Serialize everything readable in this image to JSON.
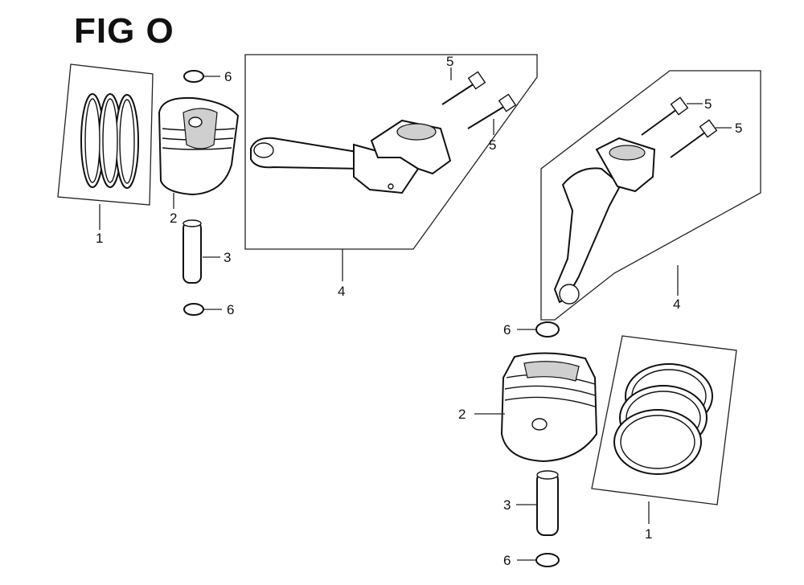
{
  "figure": {
    "title": "FIG O"
  },
  "parts": [
    {
      "ref": "1",
      "name": "piston-ring-set"
    },
    {
      "ref": "2",
      "name": "piston"
    },
    {
      "ref": "3",
      "name": "piston-pin"
    },
    {
      "ref": "4",
      "name": "connecting-rod"
    },
    {
      "ref": "5",
      "name": "connecting-rod-bolt"
    },
    {
      "ref": "6",
      "name": "piston-pin-clip"
    }
  ],
  "labels": {
    "l1a": "1",
    "l2a": "2",
    "l3a": "3",
    "l6a": "6",
    "l6b": "6",
    "l4a": "4",
    "l5a": "5",
    "l5b": "5",
    "l5c": "5",
    "l5d": "5",
    "l4b": "4",
    "l6c": "6",
    "l2b": "2",
    "l3b": "3",
    "l1b": "1",
    "l6d": "6"
  }
}
